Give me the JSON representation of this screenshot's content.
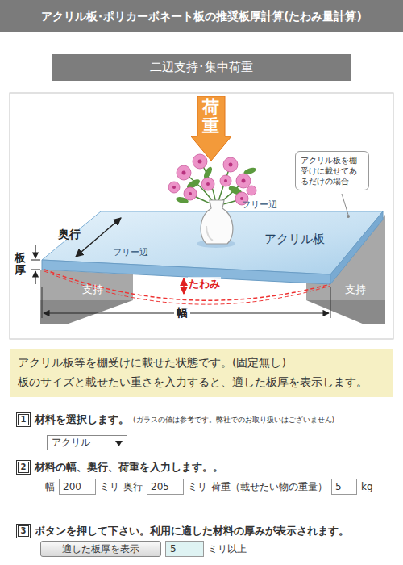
{
  "diagram": {
    "title": "アクリル板･ポリカーボネート板の推奨板厚計算(たわみ量計算)",
    "nodes": [
      {
        "text": [
          "二辺支持･集中荷重"
        ]
      },
      {
        "text": [
          "荷重"
        ]
      },
      {
        "text": [
          "アクリル板を棚受けに載せてあるだけの場合"
        ]
      },
      {
        "text": [
          "アクリル板等を棚受けに載せた状態です。(固定無し)",
          "板のサイズと載せたい重さを入力すると、適した板厚を表示します。"
        ]
      },
      {
        "text": [
          "1"
        ]
      },
      {
        "text": [
          "アクリル"
        ]
      },
      {
        "text": [
          "2"
        ]
      },
      {
        "text": [
          "200"
        ]
      },
      {
        "text": [
          "205"
        ]
      },
      {
        "text": [
          "5"
        ]
      },
      {
        "text": [
          "3"
        ]
      },
      {
        "text": [
          "適した板厚を表示"
        ]
      },
      {
        "text": [
          "5"
        ]
      }
    ],
    "labels": [
      "奥行",
      "フリー辺",
      "フリー辺",
      "アクリル板",
      "板厚",
      "たわみ",
      "支持",
      "支持",
      "幅",
      "材料を選択します。",
      "(ガラスの値は参考です。弊社でのお取り扱いはございません)",
      "材料の幅、奥行、荷重を入力します。。",
      "幅",
      "ミリ",
      "奥行",
      "ミリ",
      "荷重（載せたい物の重量）",
      "kg",
      "ボタンを押して下さい。利用に適した材料の厚みが表示されます。",
      "ミリ以上"
    ]
  }
}
